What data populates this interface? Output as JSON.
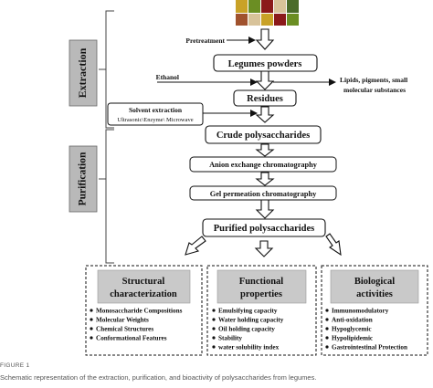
{
  "stages": {
    "extraction": "Extraction",
    "purification": "Purification"
  },
  "steps": {
    "pretreatment": "Pretreatment",
    "legumes_powders": "Legumes powders",
    "ethanol": "Ethanol",
    "lipids_line1": "Lipids, pigments, small",
    "lipids_line2": "molecular substances",
    "residues": "Residues",
    "solvent_extraction": "Solvent extraction",
    "solvent_methods": "Ultrasonic\\Enzyme\\ Microwave",
    "crude": "Crude polysaccharides",
    "anion": "Anion exchange chromatography",
    "gel": "Gel permeation chromatography",
    "purified": "Purified polysaccharides"
  },
  "panels": [
    {
      "title_line1": "Structural",
      "title_line2": "characterization",
      "items": [
        "Monosaccharide Compositions",
        "Molecular Weights",
        "Chemical Structures",
        "Conformational Features"
      ]
    },
    {
      "title_line1": "Functional",
      "title_line2": "properties",
      "items": [
        "Emulsifying capacity",
        "Water holding capacity",
        "Oil holding capacity",
        "Stability",
        "water solubility index"
      ]
    },
    {
      "title_line1": "Biological",
      "title_line2": "activities",
      "items": [
        "Immunomodulatory",
        "Anti-oxidation",
        "Hypoglycemic",
        "Hypolipidemic",
        "Gastrointestinal Protection"
      ]
    }
  ],
  "caption": {
    "label": "FIGURE 1",
    "text": "Schematic representation of the extraction, purification, and bioactivity of polysaccharides from legumes."
  },
  "colors": {
    "stage_box": "#b9b9b9",
    "panel_title_box": "#c9c9c9",
    "line": "#111111",
    "caption": "#555555",
    "legume_colors": [
      "#c9a227",
      "#6b8e23",
      "#8b1a1a",
      "#d8c39a",
      "#4a6b2a",
      "#a0522d"
    ]
  }
}
